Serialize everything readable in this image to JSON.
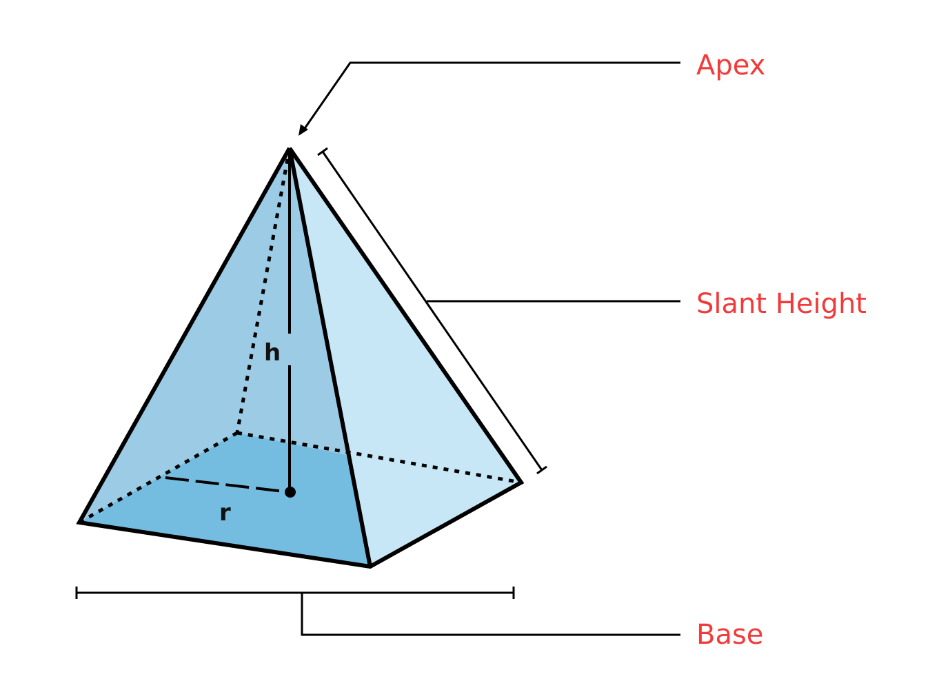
{
  "labels": {
    "apex": "Apex",
    "slant_height": "Slant Height",
    "base": "Base",
    "height_symbol": "h",
    "radius_symbol": "r"
  },
  "colors": {
    "callout_text": "#f23a3a",
    "face_front_left": "#9ccbe5",
    "face_right": "#c7e6f6",
    "base_visible": "#74bde0",
    "outline": "#000000"
  }
}
